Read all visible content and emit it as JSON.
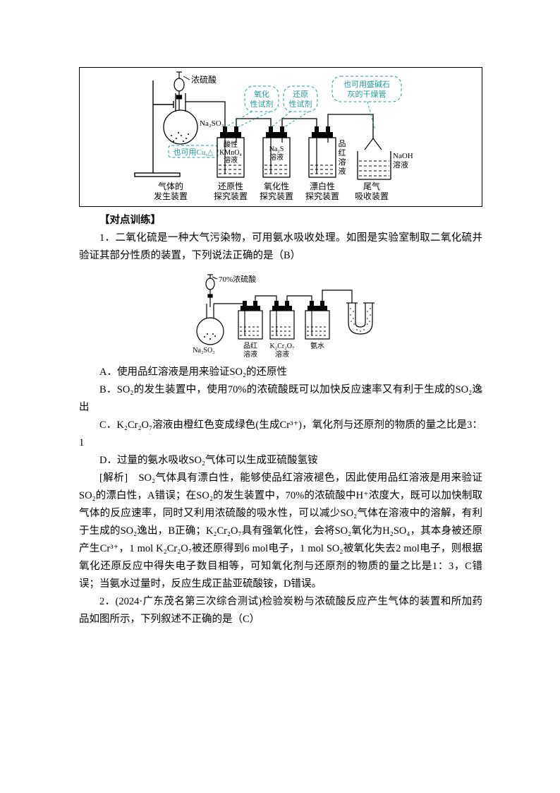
{
  "page": {
    "background": "#ffffff",
    "accent_teal": "#1f9a9a"
  },
  "diagram1": {
    "conc_acid": "浓硫酸",
    "ox_box": [
      "氧化",
      "性试剂"
    ],
    "red_box": [
      "还原",
      "性试剂"
    ],
    "dry_note": [
      "也可用盛碱石",
      "灰的干燥管"
    ],
    "na2so3": "Na₂SO₃",
    "alt_cu": "也可用Cu,△",
    "b1": [
      "酸性",
      "KMnO₄",
      "溶液"
    ],
    "b2": [
      "Na₂S",
      "溶液"
    ],
    "b3_vertical": [
      "品",
      "红",
      "溶",
      "液"
    ],
    "naoh": [
      "NaOH",
      "溶液"
    ],
    "captions": [
      [
        "气体的",
        "发生装置"
      ],
      [
        "还原性",
        "探究装置"
      ],
      [
        "氧化性",
        "探究装置"
      ],
      [
        "漂白性",
        "探究装置"
      ],
      [
        "尾气",
        "吸收装置"
      ]
    ]
  },
  "sections": {
    "training_header": "【对点训练】"
  },
  "q1": {
    "stem": "1．二氧化硫是一种大气污染物，可用氨水吸收处理。如图是实验室制取二氧化硫并验证其部分性质的装置，下列说法正确的是（B）",
    "options": [
      "A．使用品红溶液是用来验证SO₂的还原性",
      "B．SO₂的发生装置中，使用70%的浓硫酸既可以加快反应速率又有利于生成的SO₂逸出",
      "C．K₂Cr₂O₇溶液由橙红色变成绿色(生成Cr³⁺)，氧化剂与还原剂的物质的量之比是3：1",
      "D．过量的氨水吸收SO₂气体可以生成亚硫酸氢铵"
    ],
    "analysis": "[解析]　SO₂气体具有漂白性，能够使品红溶液褪色，因此使用品红溶液是用来验证SO₂的漂白性，A错误；在SO₂的发生装置中，70%的浓硫酸中H⁺浓度大，既可以加快制取气体的反应速率，同时又利用浓硫酸的吸水性，可以减少SO₂气体在溶液中的溶解，有利于生成的SO₂逸出，B正确；K₂Cr₂O₇具有强氧化性，会将SO₂氧化为H₂SO₄，其本身被还原产生Cr³⁺，1 mol K₂Cr₂O₇被还原得到6 mol电子，1 mol SO₂被氧化失去2 mol电子，则根据氧化还原反应中得失电子数目相等，可知氧化剂与还原剂的物质的量之比是1：3，C错误；当氨水过量时，反应生成正盐亚硫酸铵，D错误。"
  },
  "diagram2": {
    "acid": "70%浓硫酸",
    "na2so3": "Na₂SO₃",
    "b1": [
      "品红",
      "溶液"
    ],
    "b2": [
      "K₂Cr₂O₇",
      "溶液"
    ],
    "b3": "氨水"
  },
  "q2": {
    "stem": "2．(2024·广东茂名第三次综合测试)检验炭粉与浓硫酸反应产生气体的装置和所加药品如图所示，下列叙述不正确的是（C）"
  }
}
